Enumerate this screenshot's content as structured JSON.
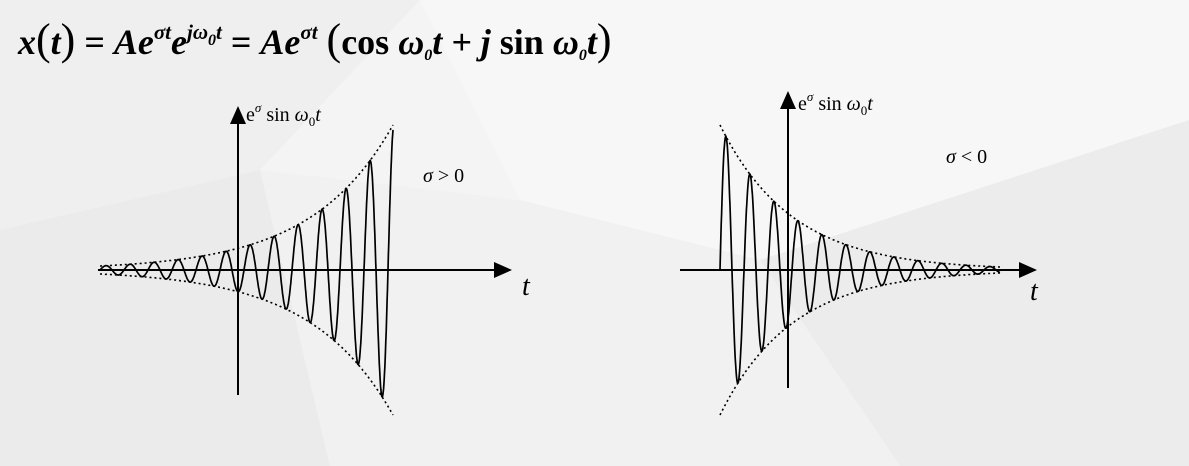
{
  "equation": {
    "lhs": "x(t)",
    "middle": "Ae^{σt}e^{jω₀t}",
    "rhs": "Ae^{σt}(cos ω₀t + j sin ω₀t)"
  },
  "plots": [
    {
      "y_axis_label": "e^{σ} sin ω₀t",
      "x_axis_label": "t",
      "condition": "σ > 0",
      "behavior": "growing"
    },
    {
      "y_axis_label": "e^{σ} sin ω₀t",
      "x_axis_label": "t",
      "condition": "σ < 0",
      "behavior": "decaying"
    }
  ]
}
